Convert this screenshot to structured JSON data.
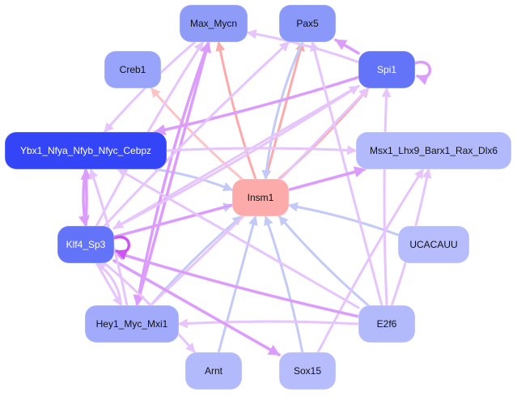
{
  "graph": {
    "title": "Regulatory network",
    "nodes": [
      {
        "id": "Max_Mycn",
        "label": "Max_Mycn",
        "fill": "#8e9cf8",
        "text": "#111111"
      },
      {
        "id": "Pax5",
        "label": "Pax5",
        "fill": "#8a98fa",
        "text": "#111111"
      },
      {
        "id": "Creb1",
        "label": "Creb1",
        "fill": "#98a4fa",
        "text": "#111111"
      },
      {
        "id": "Spi1",
        "label": "Spi1",
        "fill": "#6474f8",
        "text": "#ffffff"
      },
      {
        "id": "Ybx1_Nfya_Nfyb_Nfyc_Cebpz",
        "label": "Ybx1_Nfya_Nfyb_Nfyc_Cebpz",
        "fill": "#3445f8",
        "text": "#ffffff"
      },
      {
        "id": "Msx1_Lhx9_Barx1_Rax_Dlx6",
        "label": "Msx1_Lhx9_Barx1_Rax_Dlx6",
        "fill": "#b2bafc",
        "text": "#111111"
      },
      {
        "id": "Insm1",
        "label": "Insm1",
        "fill": "#fcaaaa",
        "text": "#111111"
      },
      {
        "id": "Klf4_Sp3",
        "label": "Klf4_Sp3",
        "fill": "#6474f8",
        "text": "#ffffff"
      },
      {
        "id": "UCACAUU",
        "label": "UCACAUU",
        "fill": "#b6bcfc",
        "text": "#111111"
      },
      {
        "id": "Hey1_Myc_Mxi1",
        "label": "Hey1_Myc_Mxi1",
        "fill": "#a2aafc",
        "text": "#111111"
      },
      {
        "id": "E2f6",
        "label": "E2f6",
        "fill": "#b2bafc",
        "text": "#111111"
      },
      {
        "id": "Arnt",
        "label": "Arnt",
        "fill": "#b2bafc",
        "text": "#111111"
      },
      {
        "id": "Sox15",
        "label": "Sox15",
        "fill": "#b6bcfc",
        "text": "#111111"
      }
    ],
    "edge_colors": {
      "red": "#fcaaaa",
      "light_red": "#fcc4c4",
      "blue": "#c4caf8",
      "violet": "#e6c4fc",
      "purple": "#dc9cfc",
      "magenta": "#cc55f0"
    },
    "edges": [
      {
        "from": "Insm1",
        "to": "Max_Mycn",
        "color": "red"
      },
      {
        "from": "Insm1",
        "to": "Pax5",
        "color": "red"
      },
      {
        "from": "Insm1",
        "to": "Spi1",
        "color": "red"
      },
      {
        "from": "Insm1",
        "to": "Creb1",
        "color": "light_red"
      },
      {
        "from": "Insm1",
        "to": "Msx1_Lhx9_Barx1_Rax_Dlx6",
        "color": "light_red"
      },
      {
        "from": "Pax5",
        "to": "Insm1",
        "color": "blue"
      },
      {
        "from": "Ybx1_Nfya_Nfyb_Nfyc_Cebpz",
        "to": "Insm1",
        "color": "blue"
      },
      {
        "from": "Klf4_Sp3",
        "to": "Insm1",
        "color": "blue"
      },
      {
        "from": "UCACAUU",
        "to": "Insm1",
        "color": "blue"
      },
      {
        "from": "Hey1_Myc_Mxi1",
        "to": "Insm1",
        "color": "blue"
      },
      {
        "from": "Arnt",
        "to": "Insm1",
        "color": "blue"
      },
      {
        "from": "Sox15",
        "to": "Insm1",
        "color": "blue"
      },
      {
        "from": "E2f6",
        "to": "Insm1",
        "color": "blue"
      },
      {
        "from": "Spi1",
        "to": "Pax5",
        "color": "purple"
      },
      {
        "from": "Spi1",
        "to": "Max_Mycn",
        "color": "violet"
      },
      {
        "from": "Spi1",
        "to": "Ybx1_Nfya_Nfyb_Nfyc_Cebpz",
        "color": "purple"
      },
      {
        "from": "Spi1",
        "to": "Klf4_Sp3",
        "color": "violet"
      },
      {
        "from": "Max_Mycn",
        "to": "Ybx1_Nfya_Nfyb_Nfyc_Cebpz",
        "color": "violet"
      },
      {
        "from": "Klf4_Sp3",
        "to": "Max_Mycn",
        "color": "violet"
      },
      {
        "from": "Hey1_Myc_Mxi1",
        "to": "Max_Mycn",
        "color": "purple"
      },
      {
        "from": "Max_Mycn",
        "to": "Hey1_Myc_Mxi1",
        "color": "purple"
      },
      {
        "from": "Klf4_Sp3",
        "to": "Pax5",
        "color": "violet"
      },
      {
        "from": "E2f6",
        "to": "Pax5",
        "color": "violet"
      },
      {
        "from": "Ybx1_Nfya_Nfyb_Nfyc_Cebpz",
        "to": "Klf4_Sp3",
        "color": "purple"
      },
      {
        "from": "Klf4_Sp3",
        "to": "Ybx1_Nfya_Nfyb_Nfyc_Cebpz",
        "color": "purple"
      },
      {
        "from": "Klf4_Sp3",
        "to": "Spi1",
        "color": "violet"
      },
      {
        "from": "Hey1_Myc_Mxi1",
        "to": "Spi1",
        "color": "violet"
      },
      {
        "from": "Ybx1_Nfya_Nfyb_Nfyc_Cebpz",
        "to": "Msx1_Lhx9_Barx1_Rax_Dlx6",
        "color": "violet"
      },
      {
        "from": "Klf4_Sp3",
        "to": "Msx1_Lhx9_Barx1_Rax_Dlx6",
        "color": "purple"
      },
      {
        "from": "E2f6",
        "to": "Msx1_Lhx9_Barx1_Rax_Dlx6",
        "color": "violet"
      },
      {
        "from": "Sox15",
        "to": "Msx1_Lhx9_Barx1_Rax_Dlx6",
        "color": "violet"
      },
      {
        "from": "E2f6",
        "to": "Ybx1_Nfya_Nfyb_Nfyc_Cebpz",
        "color": "violet"
      },
      {
        "from": "E2f6",
        "to": "Hey1_Myc_Mxi1",
        "color": "violet"
      },
      {
        "from": "E2f6",
        "to": "Klf4_Sp3",
        "color": "purple"
      },
      {
        "from": "Klf4_Sp3",
        "to": "Hey1_Myc_Mxi1",
        "color": "violet"
      },
      {
        "from": "Hey1_Myc_Mxi1",
        "to": "Klf4_Sp3",
        "color": "violet"
      },
      {
        "from": "Klf4_Sp3",
        "to": "Arnt",
        "color": "violet"
      },
      {
        "from": "Klf4_Sp3",
        "to": "Sox15",
        "color": "purple"
      },
      {
        "from": "Hey1_Myc_Mxi1",
        "to": "Ybx1_Nfya_Nfyb_Nfyc_Cebpz",
        "color": "violet"
      },
      {
        "from": "E2f6",
        "to": "Spi1",
        "color": "violet"
      },
      {
        "from": "Spi1",
        "to": "Spi1",
        "color": "purple"
      },
      {
        "from": "Klf4_Sp3",
        "to": "Klf4_Sp3",
        "color": "magenta"
      }
    ]
  }
}
